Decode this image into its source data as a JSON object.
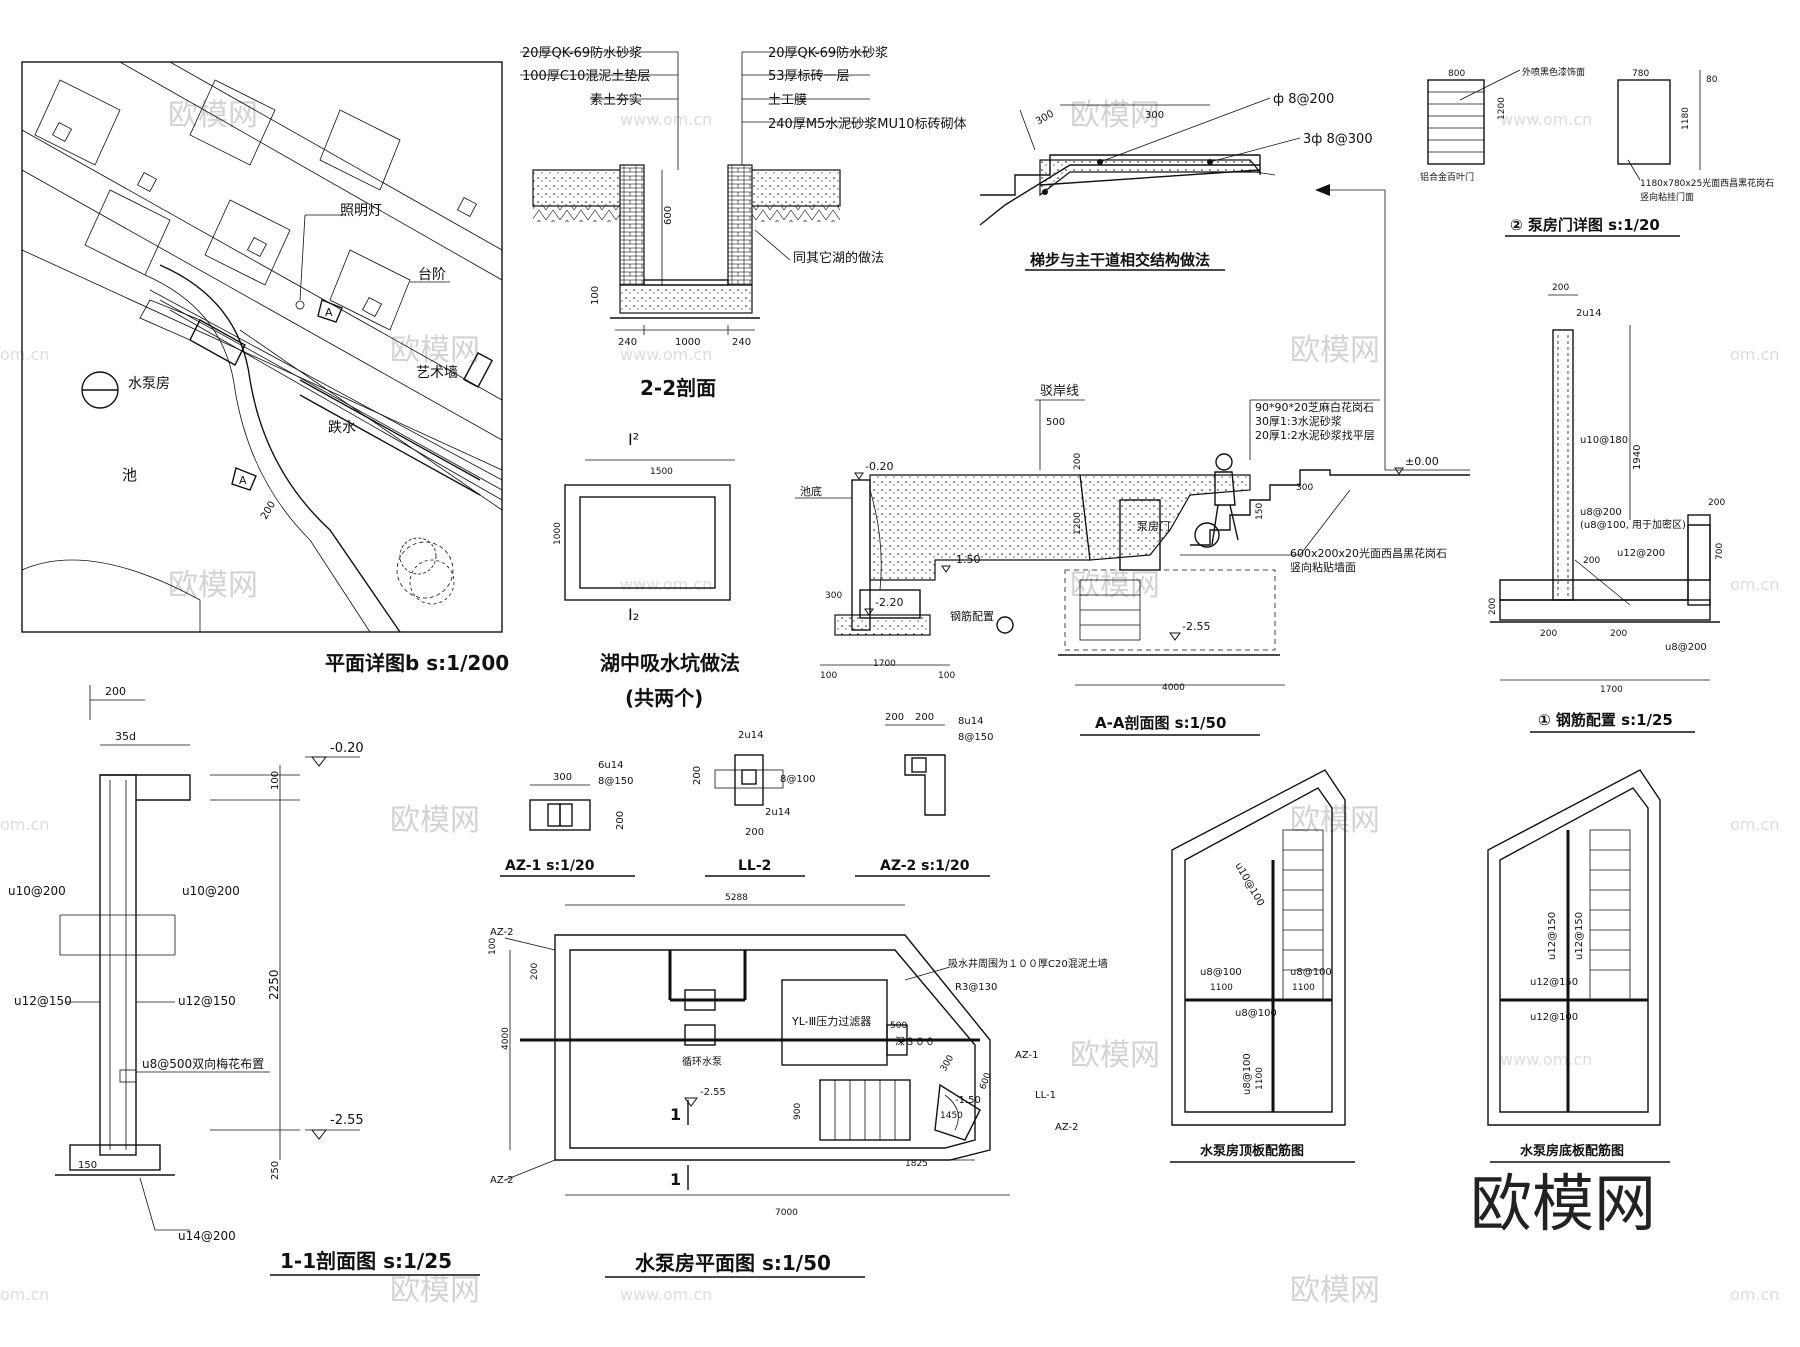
{
  "watermark": {
    "brand": "欧模网",
    "url_cn": "www.om.cn",
    "url_short": "om.cn"
  },
  "plan_b": {
    "title": "平面详图b s:1/200",
    "labels": {
      "lamp": "照明灯",
      "steps": "台阶",
      "pump_room": "水泵房",
      "art_wall": "艺术墙",
      "stepping_water": "跌水",
      "pool": "池",
      "mark_a": "A",
      "dim_200": "200"
    }
  },
  "section_22": {
    "title": "2-2剖面",
    "callouts_left": [
      "20厚QK-69防水砂浆",
      "100厚C10混泥土垫层",
      "素土夯实"
    ],
    "callouts_right": [
      "20厚QK-69防水砂浆",
      "53厚标砖一层",
      "土工膜",
      "240厚M5水泥砂浆MU10标砖砌体"
    ],
    "note": "同其它湖的做法",
    "dims": [
      "240",
      "1000",
      "240",
      "600",
      "100"
    ]
  },
  "stair_detail": {
    "title": "梯步与主干道相交结构做法",
    "rebar_1": "ф 8@200",
    "rebar_2": "3ф 8@300",
    "dim_300a": "300",
    "dim_300b": "300"
  },
  "pump_door": {
    "title": "② 泵房门详图 s:1/20",
    "note_top": "外喷黑色漆饰面",
    "note_left": "铝合金百叶门",
    "note_right_1": "1180x780x25光面西昌黑花岗石",
    "note_right_2": "竖向粘挂门面",
    "dims": [
      "800",
      "780",
      "80",
      "1200",
      "1180"
    ]
  },
  "intake_pit": {
    "title": "湖中吸水坑做法",
    "subtitle": "(共两个)",
    "mark_top": "I²",
    "mark_bottom": "I₂",
    "dims": [
      "1500",
      "1000"
    ]
  },
  "section_aa": {
    "title": "A-A剖面图 s:1/50",
    "bank_line": "驳岸线",
    "lake_bottom": "池底",
    "rebar_label": "钢筋配置",
    "pump_door_label": "泵房门",
    "levels": [
      "-0.20",
      "-1.50",
      "-2.20",
      "-2.55",
      "±0.00"
    ],
    "notes": [
      "90*90*20芝麻白花岗石",
      "30厚1:3水泥砂浆",
      "20厚1:2水泥砂浆找平层"
    ],
    "note_granite_1": "600x200x20光面西昌黑花岗石",
    "note_granite_2": "竖向粘贴墙面",
    "dims": [
      "500",
      "200",
      "300",
      "100",
      "1700",
      "100",
      "4000",
      "1200",
      "150",
      "300"
    ]
  },
  "rebar_config": {
    "title": "① 钢筋配置 s:1/25",
    "labels": [
      "u10@180",
      "u8@200",
      "(u8@100, 用于加密区)",
      "u12@200",
      "u8@200",
      "2u14"
    ],
    "dims": [
      "200",
      "1940",
      "200",
      "700",
      "200",
      "200",
      "200",
      "200",
      "1700"
    ]
  },
  "section_11": {
    "title": "1-1剖面图 s:1/25",
    "levels": [
      "-0.20",
      "-2.55"
    ],
    "labels": [
      "u10@200",
      "u10@200",
      "u12@150",
      "u12@150",
      "u8@500双向梅花布置",
      "u14@200",
      "35d"
    ],
    "dims": [
      "200",
      "100",
      "2250",
      "250",
      "150"
    ]
  },
  "az1": {
    "title": "AZ-1 s:1/20",
    "labels": [
      "300",
      "6u14",
      "8@150",
      "200"
    ]
  },
  "ll2": {
    "title": "LL-2",
    "labels": [
      "2u14",
      "8@100",
      "2u14",
      "200",
      "200"
    ]
  },
  "az2": {
    "title": "AZ-2 s:1/20",
    "labels": [
      "200",
      "200",
      "8u14",
      "8@150"
    ]
  },
  "pump_plan": {
    "title": "水泵房平面图 s:1/50",
    "filter": "YL-Ⅲ压力过滤器",
    "pump": "循环水泵",
    "note_well": "吸水井周围为１００厚C20混泥土墙",
    "level": "-2.55",
    "level_2": "-1.50",
    "labels": [
      "AZ-2",
      "AZ-2",
      "AZ-1",
      "LL-1",
      "AZ-2",
      "R3@130",
      "深３００",
      "1",
      "1"
    ],
    "dims": [
      "5288",
      "7000",
      "4000",
      "1825",
      "900",
      "500",
      "300",
      "100",
      "200",
      "1450",
      "600"
    ]
  },
  "roof_rebar": {
    "title": "水泵房顶板配筋图",
    "labels": [
      "u10@100",
      "u8@100",
      "u8@100",
      "u8@100",
      "1100",
      "1100",
      "u8@100",
      "1100"
    ]
  },
  "floor_rebar": {
    "title": "水泵房底板配筋图",
    "labels": [
      "u12@150",
      "u12@150",
      "u12@150",
      "u12@100"
    ]
  },
  "logo": "欧模网"
}
